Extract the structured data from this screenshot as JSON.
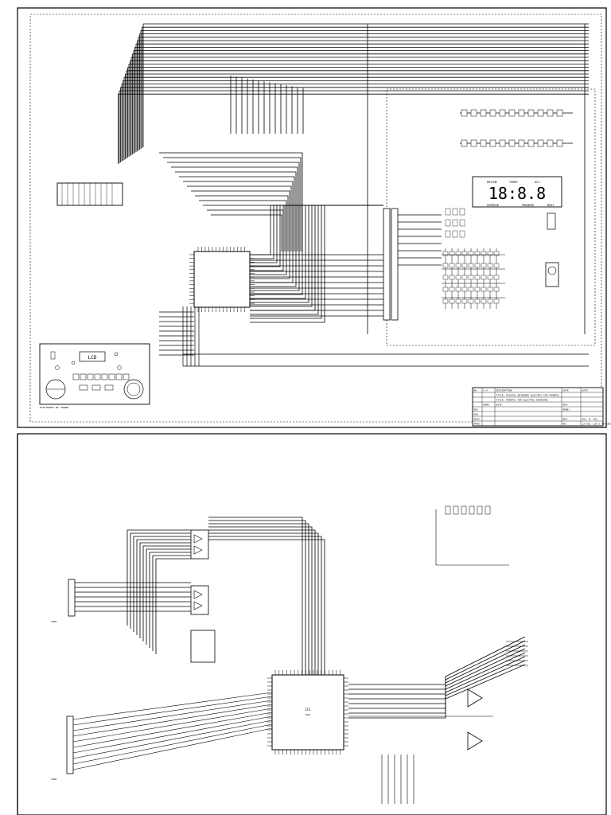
{
  "sheet1": {
    "lcd_panel": {
      "lcd_label": "LCD",
      "caption": "ELECTRONIC NO. BOARD"
    },
    "display": {
      "labels": [
        "RHYTHM",
        "TEMPO",
        "ACC.",
        "OVERDUB",
        "PROGRAM",
        "BEAT"
      ],
      "digits": "18:8.8"
    },
    "title_block": {
      "rows": [
        [
          "NO.",
          "D.A",
          "DESCRIPTION",
          "DATE",
          "DATE"
        ],
        [
          "",
          "",
          "TITLE: DIGITAL KEYBOARD ELECTRIC FOR FRONTAL",
          "",
          ""
        ],
        [
          "",
          "",
          "TITLE: FRONTAL FOR ELECTRIC KEYBOARD",
          "",
          ""
        ],
        [
          "",
          "NAME",
          "DATE",
          "REF:",
          ""
        ],
        [
          "DES.",
          "",
          "",
          "NONE:",
          ""
        ],
        [
          "CHK.",
          "",
          "",
          "",
          ""
        ],
        [
          "APRO.",
          "",
          "",
          "REF:",
          "VOL. N",
          "VOL."
        ],
        [
          "APRO.",
          "",
          "",
          "NO.",
          "LZ-831",
          "LZS-1-06-3207.01"
        ]
      ]
    }
  },
  "sheet2": {
    "ic_label": "IC1",
    "ic_sub": "DSP",
    "connector_labels": [
      "CON1",
      "CON2"
    ]
  }
}
